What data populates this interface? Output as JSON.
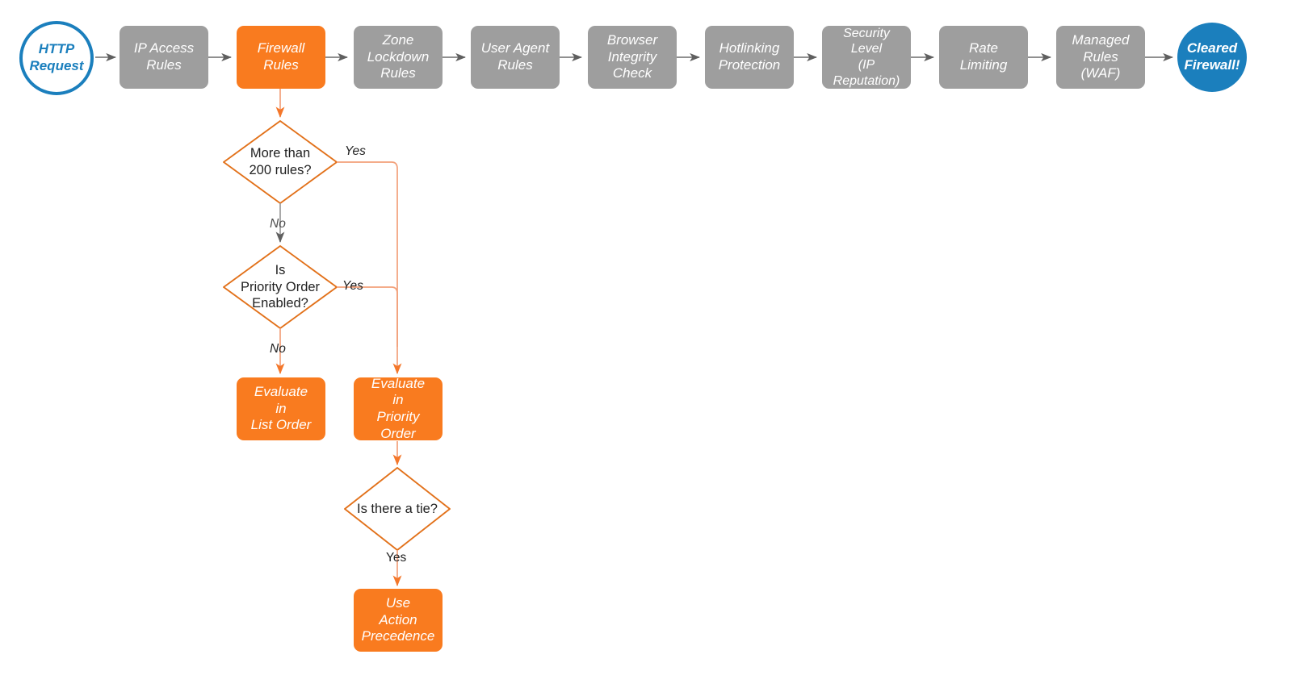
{
  "diagram": {
    "title": "Cloudflare firewall rules evaluation order",
    "colors": {
      "orange": "#f97b1f",
      "orange_stroke": "#e2711a",
      "orange_wire": "#f2a07a",
      "gray": "#9e9e9e",
      "gray_wire": "#6c6c6c",
      "blue": "#1b7fbd",
      "text_dark": "#1f1f1f",
      "background": "#ffffff"
    }
  },
  "pipeline": {
    "start": {
      "line1": "HTTP",
      "line2": "Request"
    },
    "steps": [
      {
        "id": "ip-access-rules",
        "lines": [
          "IP Access",
          "Rules"
        ],
        "color": "gray"
      },
      {
        "id": "firewall-rules",
        "lines": [
          "Firewall",
          "Rules"
        ],
        "color": "orange"
      },
      {
        "id": "zone-lockdown-rules",
        "lines": [
          "Zone",
          "Lockdown",
          "Rules"
        ],
        "color": "gray"
      },
      {
        "id": "user-agent-rules",
        "lines": [
          "User Agent",
          "Rules"
        ],
        "color": "gray"
      },
      {
        "id": "browser-integrity-check",
        "lines": [
          "Browser",
          "Integrity",
          "Check"
        ],
        "color": "gray"
      },
      {
        "id": "hotlinking-protection",
        "lines": [
          "Hotlinking",
          "Protection"
        ],
        "color": "gray"
      },
      {
        "id": "security-level",
        "lines": [
          "Security",
          "Level",
          "(IP Reputation)"
        ],
        "color": "gray"
      },
      {
        "id": "rate-limiting",
        "lines": [
          "Rate",
          "Limiting"
        ],
        "color": "gray"
      },
      {
        "id": "managed-rules-waf",
        "lines": [
          "Managed",
          "Rules",
          "(WAF)"
        ],
        "color": "gray"
      }
    ],
    "end": {
      "line1": "Cleared",
      "line2": "Firewall!"
    }
  },
  "decisions": [
    {
      "id": "more-than-200-rules",
      "lines": [
        "More than",
        "200 rules?"
      ]
    },
    {
      "id": "priority-order-enabled",
      "lines": [
        "Is",
        "Priority Order",
        "Enabled?"
      ]
    },
    {
      "id": "is-there-a-tie",
      "lines": [
        "Is there a tie?"
      ]
    }
  ],
  "outcomes": [
    {
      "id": "evaluate-list-order",
      "lines": [
        "Evaluate",
        "in",
        "List Order"
      ]
    },
    {
      "id": "evaluate-priority-order",
      "lines": [
        "Evaluate",
        "in",
        "Priority Order"
      ]
    },
    {
      "id": "use-action-precedence",
      "lines": [
        "Use",
        "Action",
        "Precedence"
      ]
    }
  ],
  "edge_labels": {
    "rules_yes": "Yes",
    "rules_no": "No",
    "priority_yes": "Yes",
    "priority_no": "No",
    "tie_yes": "Yes"
  }
}
